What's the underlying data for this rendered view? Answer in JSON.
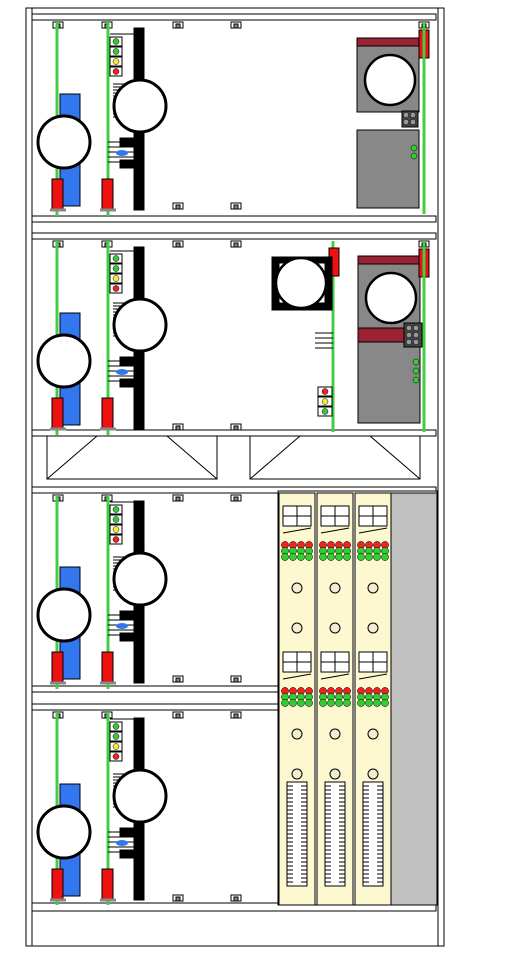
{
  "colors": {
    "rail_green": "#44cc44",
    "connector_red": "#ee1111",
    "module_blue": "#3377ee",
    "drive_gray": "#888888",
    "drive_maroon": "#992233",
    "card_cream": "#fdf8d0",
    "side_panel_gray": "#c0c0c0",
    "led_red": "#ee2222",
    "led_green": "#33cc33",
    "led_yellow": "#eeee33",
    "frame_black": "#000000"
  },
  "compartments": [
    {
      "id": "top",
      "drive_units": 1
    },
    {
      "id": "second",
      "drive_units": 2,
      "has_fan": true
    },
    {
      "id": "third",
      "drive_units": 0
    },
    {
      "id": "bottom",
      "drive_units": 0
    }
  ],
  "card_rack": {
    "cards": 3,
    "sections_per_card": 2,
    "has_blank_panel": true
  },
  "icons": [
    "rail-icon",
    "connector-icon",
    "reel-icon",
    "led-icon",
    "fan-icon",
    "drive-icon",
    "terminal-strip-icon"
  ]
}
